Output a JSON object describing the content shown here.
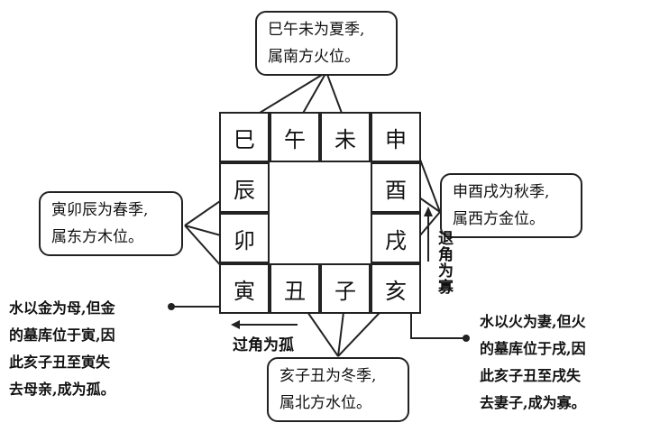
{
  "grid": {
    "top": [
      "巳",
      "午",
      "未",
      "申"
    ],
    "right": [
      "酉",
      "戌"
    ],
    "bottom": [
      "寅",
      "丑",
      "子",
      "亥"
    ],
    "left": [
      "辰",
      "卯"
    ]
  },
  "boxes": {
    "summer": [
      "巳午未为夏季,",
      "属南方火位。"
    ],
    "spring": [
      "寅卯辰为春季,",
      "属东方木位。"
    ],
    "autumn": [
      "申酉戌为秋季,",
      "属西方金位。"
    ],
    "winter": [
      "亥子丑为冬季,",
      "属北方水位。"
    ]
  },
  "notes": {
    "left": [
      "水以金为母,但金",
      "的墓库位于寅,因",
      "此亥子丑至寅失",
      "去母亲,成为孤。"
    ],
    "right": [
      "水以火为妻,但火",
      "的墓库位于戌,因",
      "此亥子丑至戌失",
      "去妻子,成为寡。"
    ]
  },
  "labels": {
    "guojiao": "过角为孤",
    "tuijiao": "退角为寡"
  }
}
